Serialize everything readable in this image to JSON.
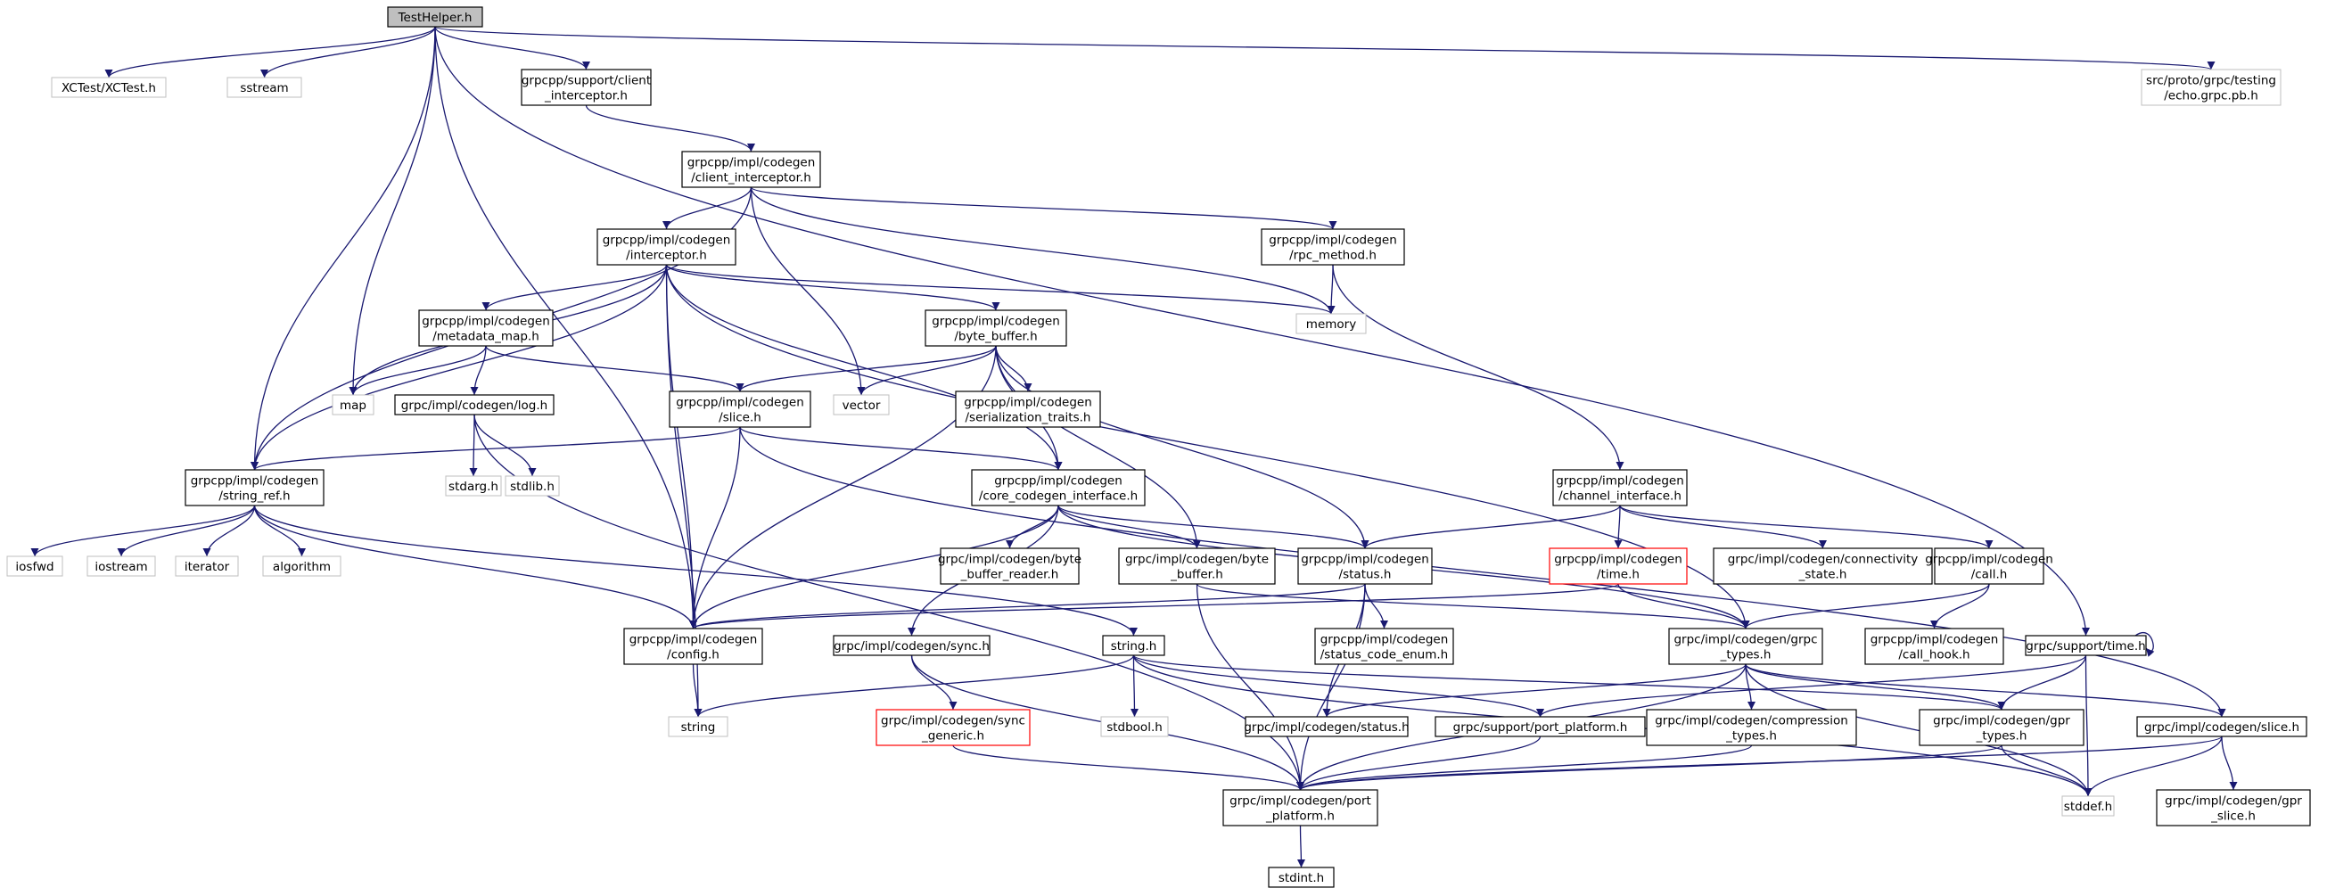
{
  "colors": {
    "edge": "#191970",
    "node_border": "#000000",
    "external_border": "#bfbfbf",
    "missing_border": "#ff0000",
    "root_fill": "#bfbfbf",
    "text": "#000000"
  },
  "nodes": {
    "root": {
      "lines": [
        "TestHelper.h"
      ],
      "kind": "root"
    },
    "xctest": {
      "lines": [
        "XCTest/XCTest.h"
      ],
      "kind": "external"
    },
    "sstream": {
      "lines": [
        "sstream"
      ],
      "kind": "external"
    },
    "support_client_interceptor": {
      "lines": [
        "grpcpp/support/client",
        "_interceptor.h"
      ],
      "kind": "file"
    },
    "echo_grpc": {
      "lines": [
        "src/proto/grpc/testing",
        "/echo.grpc.pb.h"
      ],
      "kind": "external"
    },
    "codegen_client_interceptor": {
      "lines": [
        "grpcpp/impl/codegen",
        "/client_interceptor.h"
      ],
      "kind": "file"
    },
    "interceptor": {
      "lines": [
        "grpcpp/impl/codegen",
        "/interceptor.h"
      ],
      "kind": "file"
    },
    "rpc_method": {
      "lines": [
        "grpcpp/impl/codegen",
        "/rpc_method.h"
      ],
      "kind": "file"
    },
    "memory": {
      "lines": [
        "memory"
      ],
      "kind": "external"
    },
    "metadata_map": {
      "lines": [
        "grpcpp/impl/codegen",
        "/metadata_map.h"
      ],
      "kind": "file"
    },
    "byte_buffer_h": {
      "lines": [
        "grpcpp/impl/codegen",
        "/byte_buffer.h"
      ],
      "kind": "file"
    },
    "map": {
      "lines": [
        "map"
      ],
      "kind": "external"
    },
    "log": {
      "lines": [
        "grpc/impl/codegen/log.h"
      ],
      "kind": "file"
    },
    "slice_pp": {
      "lines": [
        "grpcpp/impl/codegen",
        "/slice.h"
      ],
      "kind": "file"
    },
    "vector": {
      "lines": [
        "vector"
      ],
      "kind": "external"
    },
    "serialization_traits": {
      "lines": [
        "grpcpp/impl/codegen",
        "/serialization_traits.h"
      ],
      "kind": "file"
    },
    "string_ref": {
      "lines": [
        "grpcpp/impl/codegen",
        "/string_ref.h"
      ],
      "kind": "file"
    },
    "stdarg": {
      "lines": [
        "stdarg.h"
      ],
      "kind": "external"
    },
    "stdlib": {
      "lines": [
        "stdlib.h"
      ],
      "kind": "external"
    },
    "core_codegen_interface": {
      "lines": [
        "grpcpp/impl/codegen",
        "/core_codegen_interface.h"
      ],
      "kind": "file"
    },
    "channel_interface": {
      "lines": [
        "grpcpp/impl/codegen",
        "/channel_interface.h"
      ],
      "kind": "file"
    },
    "iosfwd": {
      "lines": [
        "iosfwd"
      ],
      "kind": "external"
    },
    "iostream": {
      "lines": [
        "iostream"
      ],
      "kind": "external"
    },
    "iterator": {
      "lines": [
        "iterator"
      ],
      "kind": "external"
    },
    "algorithm": {
      "lines": [
        "algorithm"
      ],
      "kind": "external"
    },
    "byte_buffer_reader": {
      "lines": [
        "grpc/impl/codegen/byte",
        "_buffer_reader.h"
      ],
      "kind": "file"
    },
    "grpc_byte_buffer": {
      "lines": [
        "grpc/impl/codegen/byte",
        "_buffer.h"
      ],
      "kind": "file"
    },
    "status_pp": {
      "lines": [
        "grpcpp/impl/codegen",
        "/status.h"
      ],
      "kind": "file"
    },
    "time_pp": {
      "lines": [
        "grpcpp/impl/codegen",
        "/time.h"
      ],
      "kind": "missing"
    },
    "connectivity_state": {
      "lines": [
        "grpc/impl/codegen/connectivity",
        "_state.h"
      ],
      "kind": "file"
    },
    "call": {
      "lines": [
        "grpcpp/impl/codegen",
        "/call.h"
      ],
      "kind": "file"
    },
    "config": {
      "lines": [
        "grpcpp/impl/codegen",
        "/config.h"
      ],
      "kind": "file"
    },
    "sync": {
      "lines": [
        "grpc/impl/codegen/sync.h"
      ],
      "kind": "file"
    },
    "string_h": {
      "lines": [
        "string.h"
      ],
      "kind": "file"
    },
    "status_code_enum": {
      "lines": [
        "grpcpp/impl/codegen",
        "/status_code_enum.h"
      ],
      "kind": "file"
    },
    "grpc_types": {
      "lines": [
        "grpc/impl/codegen/grpc",
        "_types.h"
      ],
      "kind": "file"
    },
    "call_hook": {
      "lines": [
        "grpcpp/impl/codegen",
        "/call_hook.h"
      ],
      "kind": "file"
    },
    "support_time": {
      "lines": [
        "grpc/support/time.h"
      ],
      "kind": "file"
    },
    "string": {
      "lines": [
        "string"
      ],
      "kind": "external"
    },
    "sync_generic": {
      "lines": [
        "grpc/impl/codegen/sync",
        "_generic.h"
      ],
      "kind": "missing"
    },
    "stdbool": {
      "lines": [
        "stdbool.h"
      ],
      "kind": "external"
    },
    "grpc_status": {
      "lines": [
        "grpc/impl/codegen/status.h"
      ],
      "kind": "file"
    },
    "support_port_platform": {
      "lines": [
        "grpc/support/port_platform.h"
      ],
      "kind": "file"
    },
    "compression_types": {
      "lines": [
        "grpc/impl/codegen/compression",
        "_types.h"
      ],
      "kind": "file"
    },
    "gpr_types": {
      "lines": [
        "grpc/impl/codegen/gpr",
        "_types.h"
      ],
      "kind": "file"
    },
    "grpc_slice": {
      "lines": [
        "grpc/impl/codegen/slice.h"
      ],
      "kind": "file"
    },
    "port_platform": {
      "lines": [
        "grpc/impl/codegen/port",
        "_platform.h"
      ],
      "kind": "file"
    },
    "stddef": {
      "lines": [
        "stddef.h"
      ],
      "kind": "external"
    },
    "gpr_slice": {
      "lines": [
        "grpc/impl/codegen/gpr",
        "_slice.h"
      ],
      "kind": "file"
    },
    "stdint": {
      "lines": [
        "stdint.h"
      ],
      "kind": "file"
    }
  }
}
